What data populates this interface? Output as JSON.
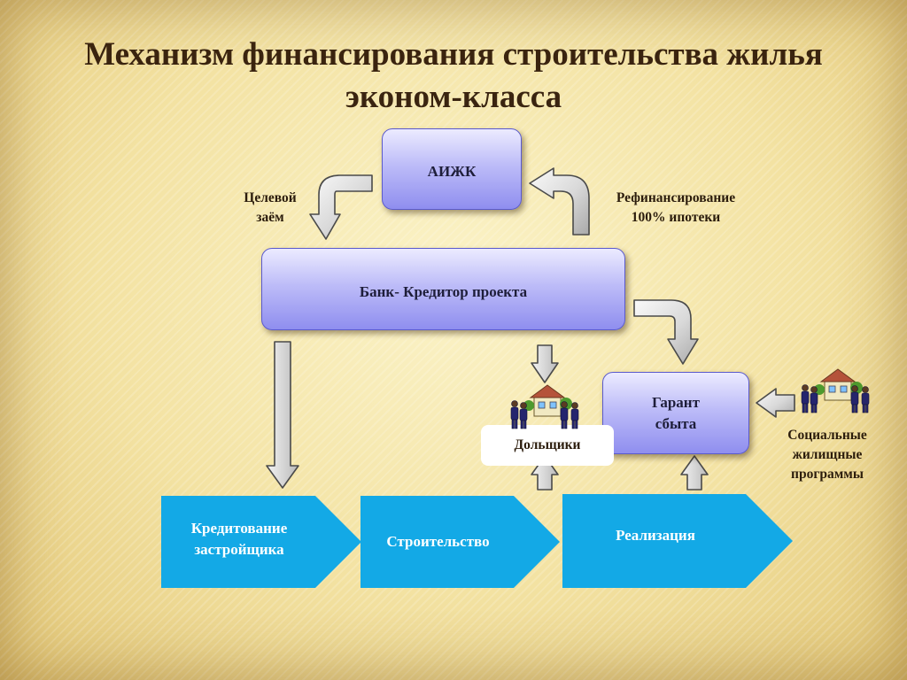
{
  "title": {
    "line1": "Механизм финансирования строительства жилья",
    "line2": "эконом-класса"
  },
  "nodes": {
    "aizhk": "АИЖК",
    "bank": "Банк- Кредитор проекта",
    "garant_line1": "Гарант",
    "garant_line2": "сбыта",
    "investors": "Дольщики"
  },
  "labels": {
    "target_loan_line1": "Целевой",
    "target_loan_line2": "заём",
    "refinancing_line1": "Рефинансирование",
    "refinancing_line2": "100% ипотеки",
    "social_line1": "Социальные",
    "social_line2": "жилищные",
    "social_line3": "программы"
  },
  "stages": {
    "credit_line1": "Кредитование",
    "credit_line2": "застройщика",
    "construction": "Строительство",
    "sale": "Реализация"
  },
  "colors": {
    "process_box": "#b4b3f5",
    "chevron": "#13a9e6",
    "arrow_fill": "#d6d6d6",
    "arrow_stroke": "#4a4a4a",
    "title": "#3a2410"
  }
}
